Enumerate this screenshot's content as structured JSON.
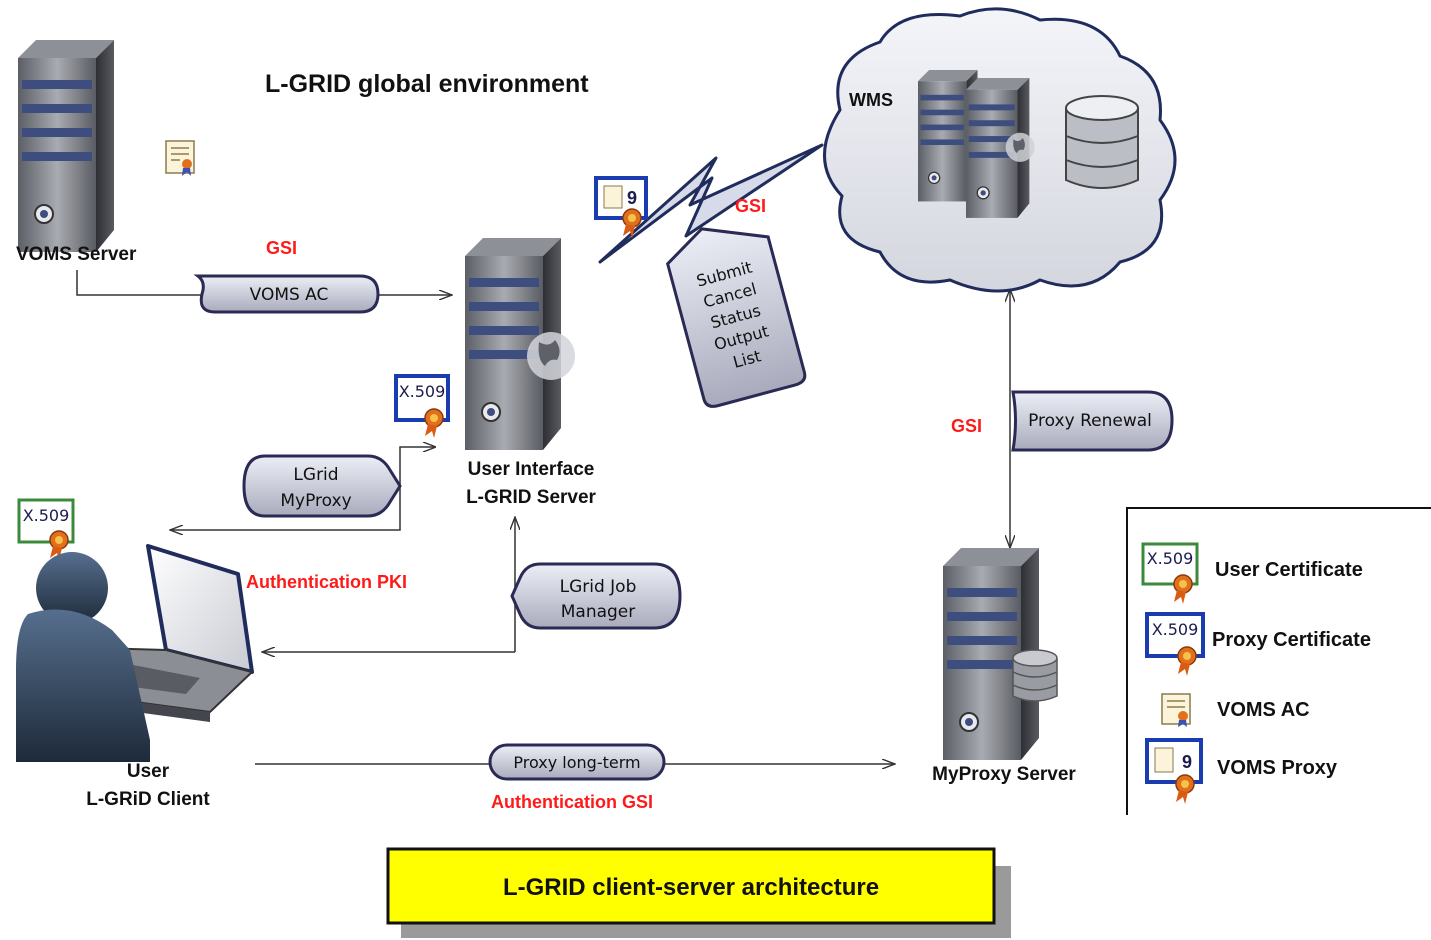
{
  "title": "L-GRID global environment",
  "caption": "L-GRID client-server architecture",
  "nodes": {
    "voms_server": "VOMS Server",
    "ui_server_line1": "User Interface",
    "ui_server_line2": "L-GRID Server",
    "wms": "WMS",
    "myproxy_server": "MyProxy Server",
    "client_line1": "User",
    "client_line2": "L-GRiD Client"
  },
  "connections": {
    "gsi_voms": "GSI",
    "voms_ac": "VOMS AC",
    "gsi_wms": "GSI",
    "wms_commands": [
      "Submit",
      "Cancel",
      "Status",
      "Output",
      "List"
    ],
    "lgrid_myproxy_line1": "LGrid",
    "lgrid_myproxy_line2": "MyProxy",
    "auth_pki": "Authentication PKI",
    "job_manager_line1": "LGrid Job",
    "job_manager_line2": "Manager",
    "gsi_renewal": "GSI",
    "proxy_renewal": "Proxy Renewal",
    "proxy_long_term": "Proxy long-term",
    "auth_gsi": "Authentication GSI"
  },
  "certificate_text": "X.509",
  "legend": {
    "user_certificate": "User Certificate",
    "proxy_certificate": "Proxy Certificate",
    "voms_ac": "VOMS AC",
    "voms_proxy": "VOMS Proxy"
  },
  "colors": {
    "accent_red": "#ff1a1a",
    "caption_fill": "#ffff00",
    "pill_fill": "#c9cad8",
    "pill_stroke": "#2a2a55"
  }
}
